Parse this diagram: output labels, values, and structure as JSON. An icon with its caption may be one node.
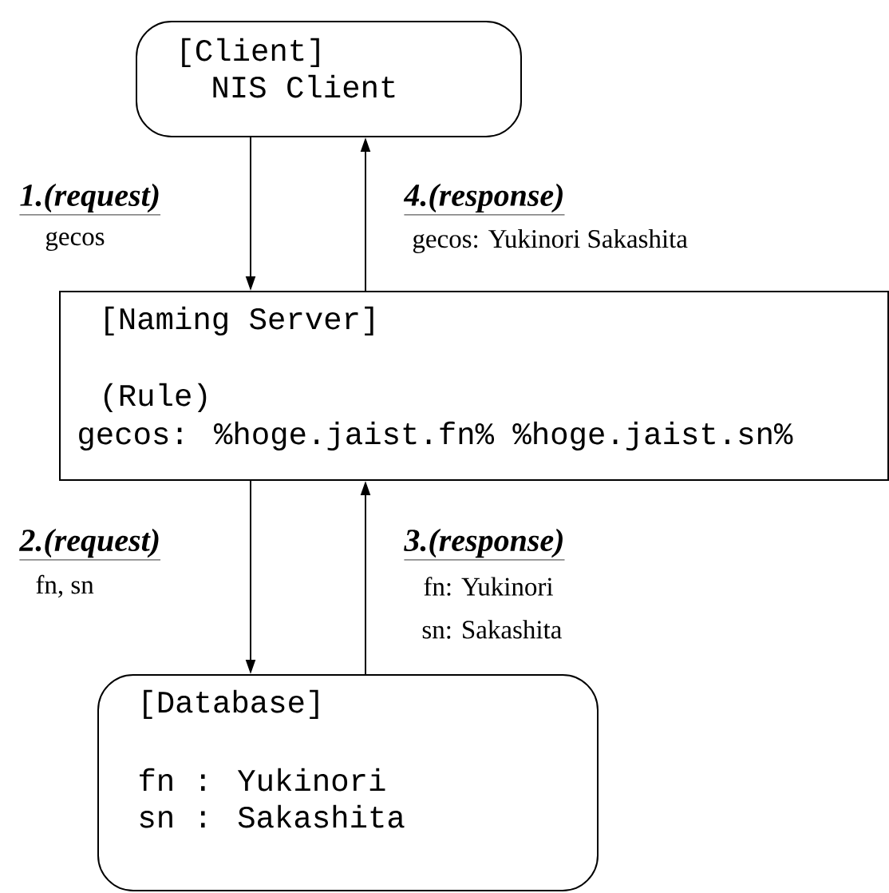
{
  "diagram": {
    "nodes": [
      {
        "text": [
          "[Client]",
          "NIS Client"
        ]
      },
      {
        "text": [
          "[Naming Server]",
          "(Rule)",
          "gecos: %hoge.jaist.fn% %hoge.jaist.sn%"
        ]
      },
      {
        "text": [
          "[Database]",
          "fn : Yukinori",
          "sn : Sakashita"
        ]
      }
    ],
    "edges": [
      {
        "from": 0,
        "to": 1,
        "arrow": "to",
        "label": "1.(request)"
      },
      {
        "from": 1,
        "to": 0,
        "arrow": "to",
        "label": "4.(response)"
      },
      {
        "from": 1,
        "to": 2,
        "arrow": "to",
        "label": "2.(request)"
      },
      {
        "from": 2,
        "to": 1,
        "arrow": "to",
        "label": "3.(response)"
      }
    ],
    "labels": [
      "gecos",
      "gecos: Yukinori Sakashita",
      "fn, sn",
      "fn: Yukinori",
      "sn: Sakashita"
    ]
  }
}
